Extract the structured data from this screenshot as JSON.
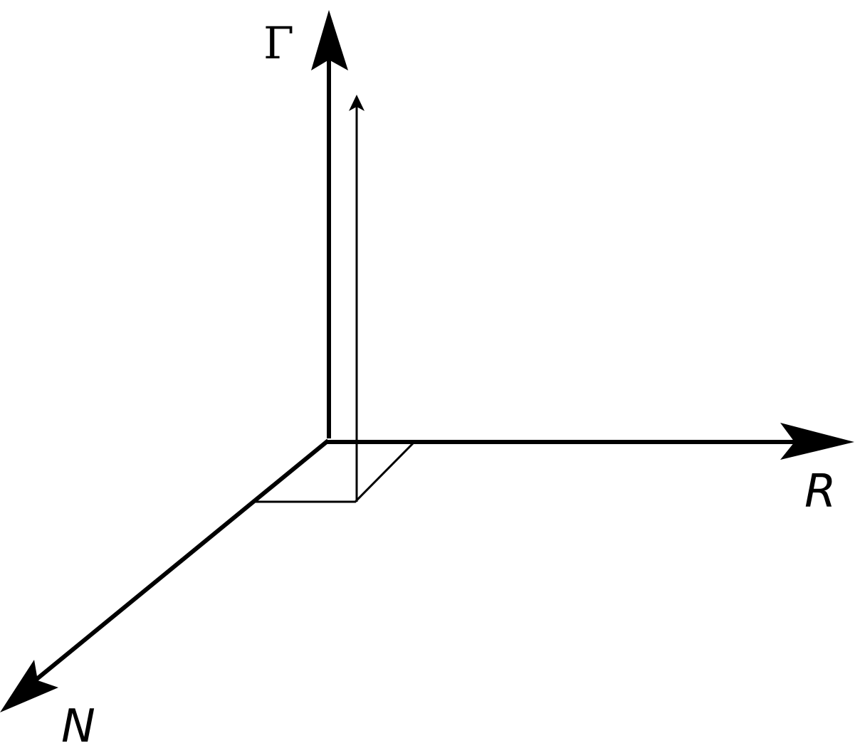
{
  "labels": {
    "gamma": "Γ",
    "r": "R",
    "n": "N"
  },
  "colors": {
    "stroke": "#000000",
    "background": "#ffffff"
  }
}
